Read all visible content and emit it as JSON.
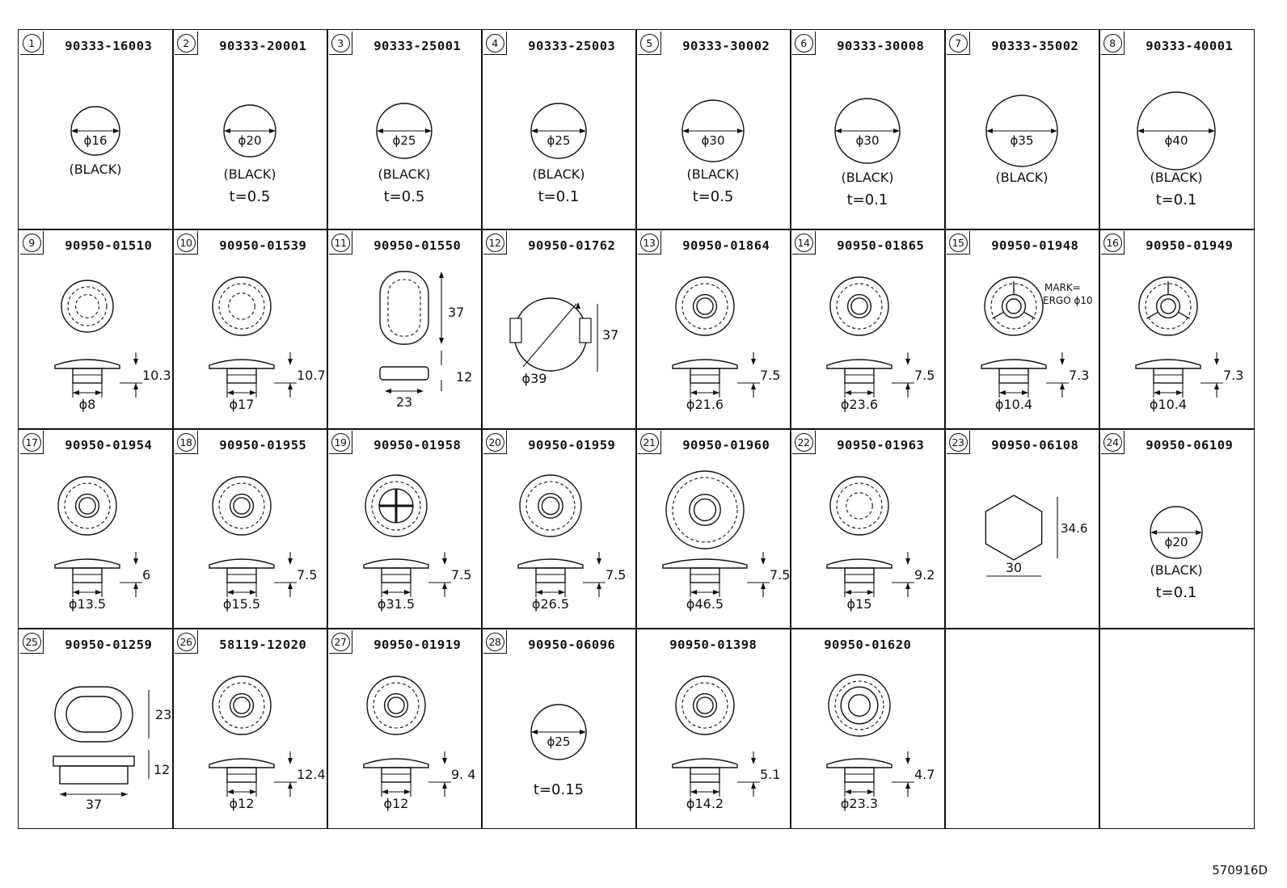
{
  "cells": [
    {
      "num": "1",
      "part": "90333-16003",
      "type": "plug",
      "d": "ϕ16",
      "color": "(BLACK)",
      "t": ""
    },
    {
      "num": "2",
      "part": "90333-20001",
      "type": "plug",
      "d": "ϕ20",
      "color": "(BLACK)",
      "t": "t=0.5"
    },
    {
      "num": "3",
      "part": "90333-25001",
      "type": "plug",
      "d": "ϕ25",
      "color": "(BLACK)",
      "t": "t=0.5"
    },
    {
      "num": "4",
      "part": "90333-25003",
      "type": "plug",
      "d": "ϕ25",
      "color": "(BLACK)",
      "t": "t=0.1"
    },
    {
      "num": "5",
      "part": "90333-30002",
      "type": "plug",
      "d": "ϕ30",
      "color": "(BLACK)",
      "t": "t=0.5"
    },
    {
      "num": "6",
      "part": "90333-30008",
      "type": "plug",
      "d": "ϕ30",
      "color": "(BLACK)",
      "t": "t=0.1"
    },
    {
      "num": "7",
      "part": "90333-35002",
      "type": "plug",
      "d": "ϕ35",
      "color": "(BLACK)",
      "t": ""
    },
    {
      "num": "8",
      "part": "90333-40001",
      "type": "plug",
      "d": "ϕ40",
      "color": "(BLACK)",
      "t": "t=0.1"
    },
    {
      "num": "9",
      "part": "90950-01510",
      "type": "grommet",
      "style": "dome",
      "h": "10.3",
      "w": "ϕ8"
    },
    {
      "num": "10",
      "part": "90950-01539",
      "type": "grommet",
      "style": "dome",
      "h": "10.7",
      "w": "ϕ17"
    },
    {
      "num": "11",
      "part": "90950-01550",
      "type": "oval",
      "h1": "37",
      "h2": "12",
      "w": "23"
    },
    {
      "num": "12",
      "part": "90950-01762",
      "type": "notched",
      "h": "37",
      "d": "ϕ39"
    },
    {
      "num": "13",
      "part": "90950-01864",
      "type": "grommet",
      "style": "flat",
      "h": "7.5",
      "w": "ϕ21.6"
    },
    {
      "num": "14",
      "part": "90950-01865",
      "type": "grommet",
      "style": "flat",
      "h": "7.5",
      "w": "ϕ23.6"
    },
    {
      "num": "15",
      "part": "90950-01948",
      "type": "grommet",
      "style": "slotted",
      "h": "7.3",
      "w": "ϕ10.4",
      "note1": "MARK=",
      "note2": "ERGO ϕ10"
    },
    {
      "num": "16",
      "part": "90950-01949",
      "type": "grommet",
      "style": "slotted",
      "h": "7.3",
      "w": "ϕ10.4"
    },
    {
      "num": "17",
      "part": "90950-01954",
      "type": "grommet",
      "style": "boss",
      "h": "6",
      "w": "ϕ13.5"
    },
    {
      "num": "18",
      "part": "90950-01955",
      "type": "grommet",
      "style": "boss",
      "h": "7.5",
      "w": "ϕ15.5"
    },
    {
      "num": "19",
      "part": "90950-01958",
      "type": "grommet",
      "style": "cross",
      "h": "7.5",
      "w": "ϕ31.5"
    },
    {
      "num": "20",
      "part": "90950-01959",
      "type": "grommet",
      "style": "wide",
      "h": "7.5",
      "w": "ϕ26.5"
    },
    {
      "num": "21",
      "part": "90950-01960",
      "type": "grommet",
      "style": "big",
      "h": "7.5",
      "w": "ϕ46.5"
    },
    {
      "num": "22",
      "part": "90950-01963",
      "type": "grommet",
      "style": "dome",
      "h": "9.2",
      "w": "ϕ15"
    },
    {
      "num": "23",
      "part": "90950-06108",
      "type": "hex",
      "h": "34.6",
      "w": "30"
    },
    {
      "num": "24",
      "part": "90950-06109",
      "type": "plug",
      "d": "ϕ20",
      "color": "(BLACK)",
      "t": "t=0.1"
    },
    {
      "num": "25",
      "part": "90950-01259",
      "type": "oval2",
      "h1": "23",
      "h2": "12",
      "w": "37"
    },
    {
      "num": "26",
      "part": "58119-12020",
      "type": "grommet",
      "style": "tall",
      "h": "12.4",
      "w": "ϕ12"
    },
    {
      "num": "27",
      "part": "90950-01919",
      "type": "grommet",
      "style": "boot",
      "h": "9. 4",
      "w": "ϕ12"
    },
    {
      "num": "28",
      "part": "90950-06096",
      "type": "plug",
      "d": "ϕ25",
      "color": "",
      "t": "t=0.15"
    },
    {
      "num": "",
      "part": "90950-01398",
      "type": "grommet",
      "style": "flat",
      "h": "5.1",
      "w": "ϕ14.2"
    },
    {
      "num": "",
      "part": "90950-01620",
      "type": "grommet",
      "style": "gear",
      "h": "4.7",
      "w": "ϕ23.3"
    },
    {
      "num": "",
      "part": "",
      "type": "empty"
    },
    {
      "num": "",
      "part": "",
      "type": "empty"
    }
  ],
  "doc_code": "570916D"
}
